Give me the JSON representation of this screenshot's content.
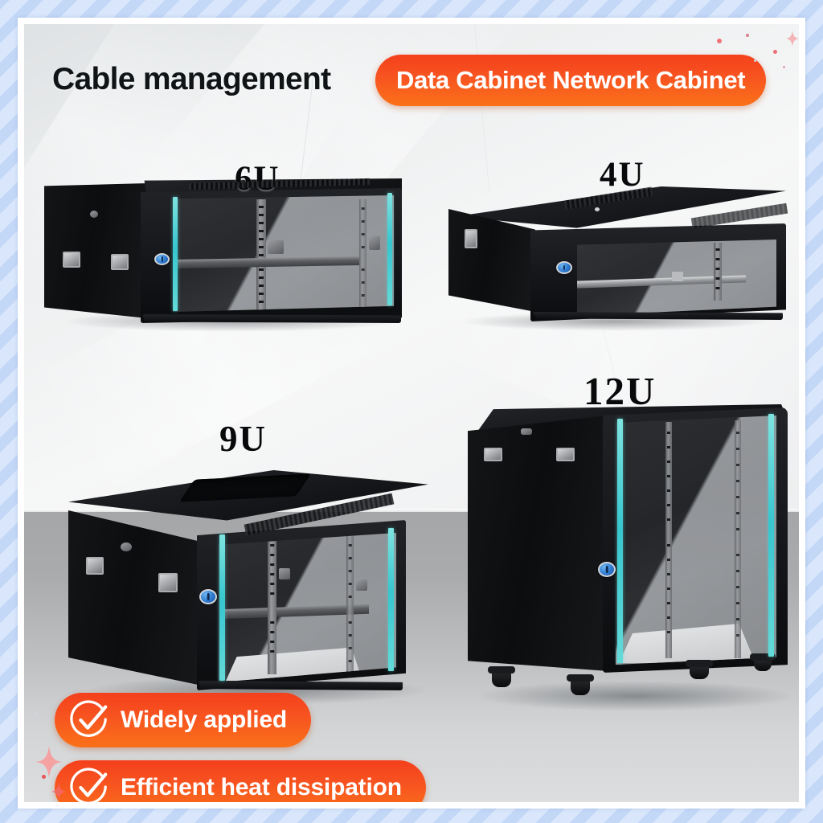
{
  "headline": "Cable management",
  "title_badge": {
    "label": "Data Cabinet Network Cabinet",
    "color": "#F4421E"
  },
  "feature_badges": [
    {
      "icon": "check-circle-icon",
      "label": "Widely applied"
    },
    {
      "icon": "check-circle-icon",
      "label": "Efficient heat dissipation"
    }
  ],
  "products": [
    {
      "id": "6u",
      "size_label": "6U",
      "position": "top-left"
    },
    {
      "id": "4u",
      "size_label": "4U",
      "position": "top-right"
    },
    {
      "id": "9u",
      "size_label": "9U",
      "position": "bottom-left"
    },
    {
      "id": "12u",
      "size_label": "12U",
      "position": "bottom-right"
    }
  ],
  "colors": {
    "badge_orange_top": "#F4401C",
    "badge_orange_bottom": "#FA7119",
    "accent_cyan": "#5AD4D4",
    "lock_blue": "#2B77CF",
    "border_blue": "#C3D7F7",
    "cabinet_black": "#121315"
  }
}
